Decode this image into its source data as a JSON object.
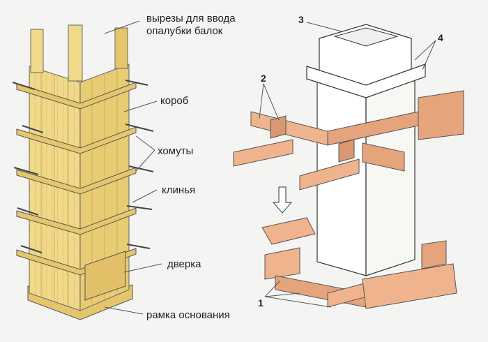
{
  "left_labels": {
    "cutouts_line1": "вырезы для ввода",
    "cutouts_line2": "опалубки балок",
    "box": "короб",
    "clamps": "хомуты",
    "wedges": "клинья",
    "door": "дверка",
    "base_frame": "рамка основания"
  },
  "right_numbers": {
    "n1": "1",
    "n2": "2",
    "n3": "3",
    "n4": "4"
  },
  "colors": {
    "left_wood": "#f0d98a",
    "left_wood_shade": "#d9bb5e",
    "right_timber": "#efb48e",
    "right_timber_shade": "#d89872",
    "form_white": "#ffffff",
    "outline": "#333333"
  },
  "icons": {
    "arrow": "down-arrow-icon"
  }
}
